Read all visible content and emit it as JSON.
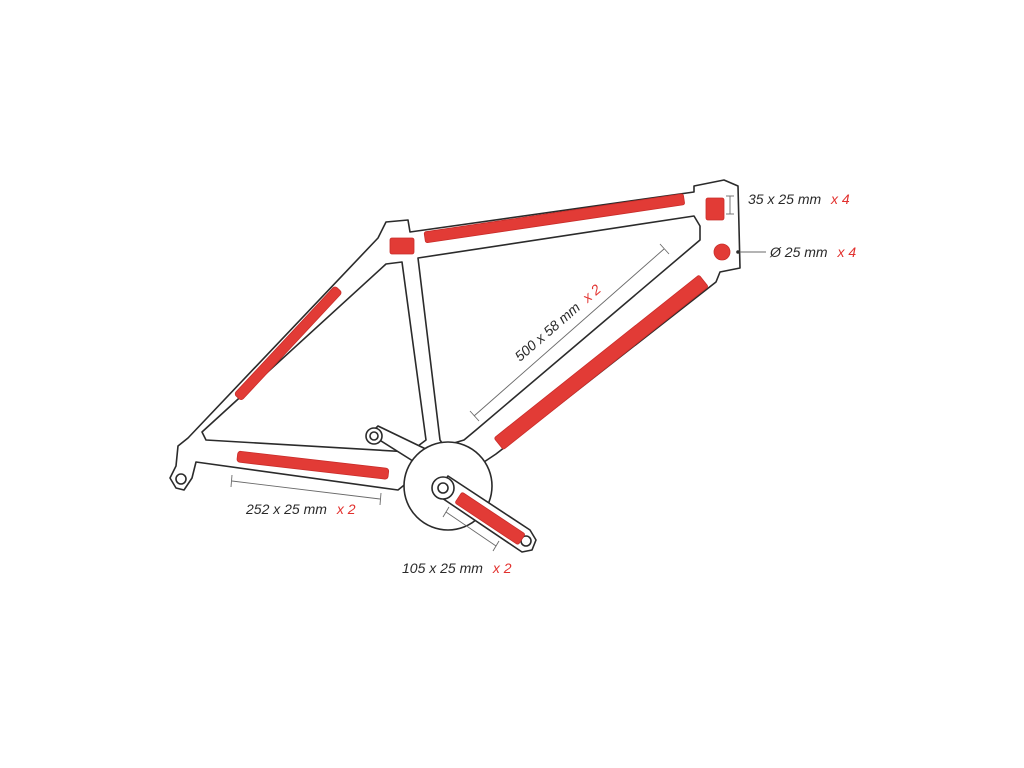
{
  "colors": {
    "patch": "#e23b36",
    "frame_stroke": "#2b2b2b",
    "text": "#2a2a2a",
    "quantity": "#e2312e",
    "background": "#ffffff"
  },
  "labels": {
    "head_rect": {
      "size": "35 x 25 mm",
      "qty": "x 4"
    },
    "head_round": {
      "size": "Ø 25 mm",
      "qty": "x 4"
    },
    "down_tube": {
      "size": "500 x 58 mm",
      "qty": "x 2"
    },
    "chain_stay": {
      "size": "252 x 25 mm",
      "qty": "x 2"
    },
    "crank": {
      "size": "105 x 25 mm",
      "qty": "x 2"
    }
  }
}
